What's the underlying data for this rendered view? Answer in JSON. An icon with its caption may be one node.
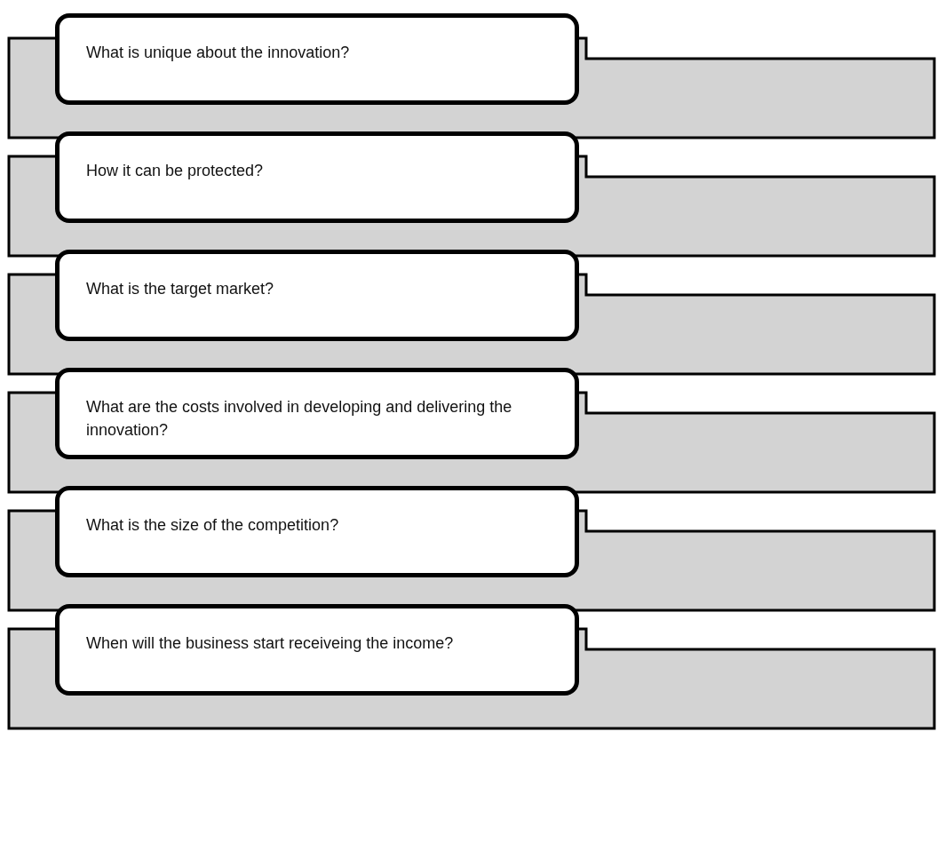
{
  "diagram": {
    "nodes": [
      {
        "text": [],
        "shape": "bar"
      },
      {
        "text": [
          "What is unique about the innovation?"
        ]
      },
      {
        "text": [],
        "shape": "bar"
      },
      {
        "text": [
          "How it can be protected?"
        ]
      },
      {
        "text": [],
        "shape": "bar"
      },
      {
        "text": [
          "What is the target market?"
        ]
      },
      {
        "text": [],
        "shape": "bar"
      },
      {
        "text": [
          "What are the costs involved in developing and delivering the innovation?"
        ]
      },
      {
        "text": [],
        "shape": "bar"
      },
      {
        "text": [
          "What is the size of the competition?"
        ]
      },
      {
        "text": [],
        "shape": "bar"
      },
      {
        "text": [
          "When will the business start receiveing the income?"
        ]
      }
    ]
  }
}
